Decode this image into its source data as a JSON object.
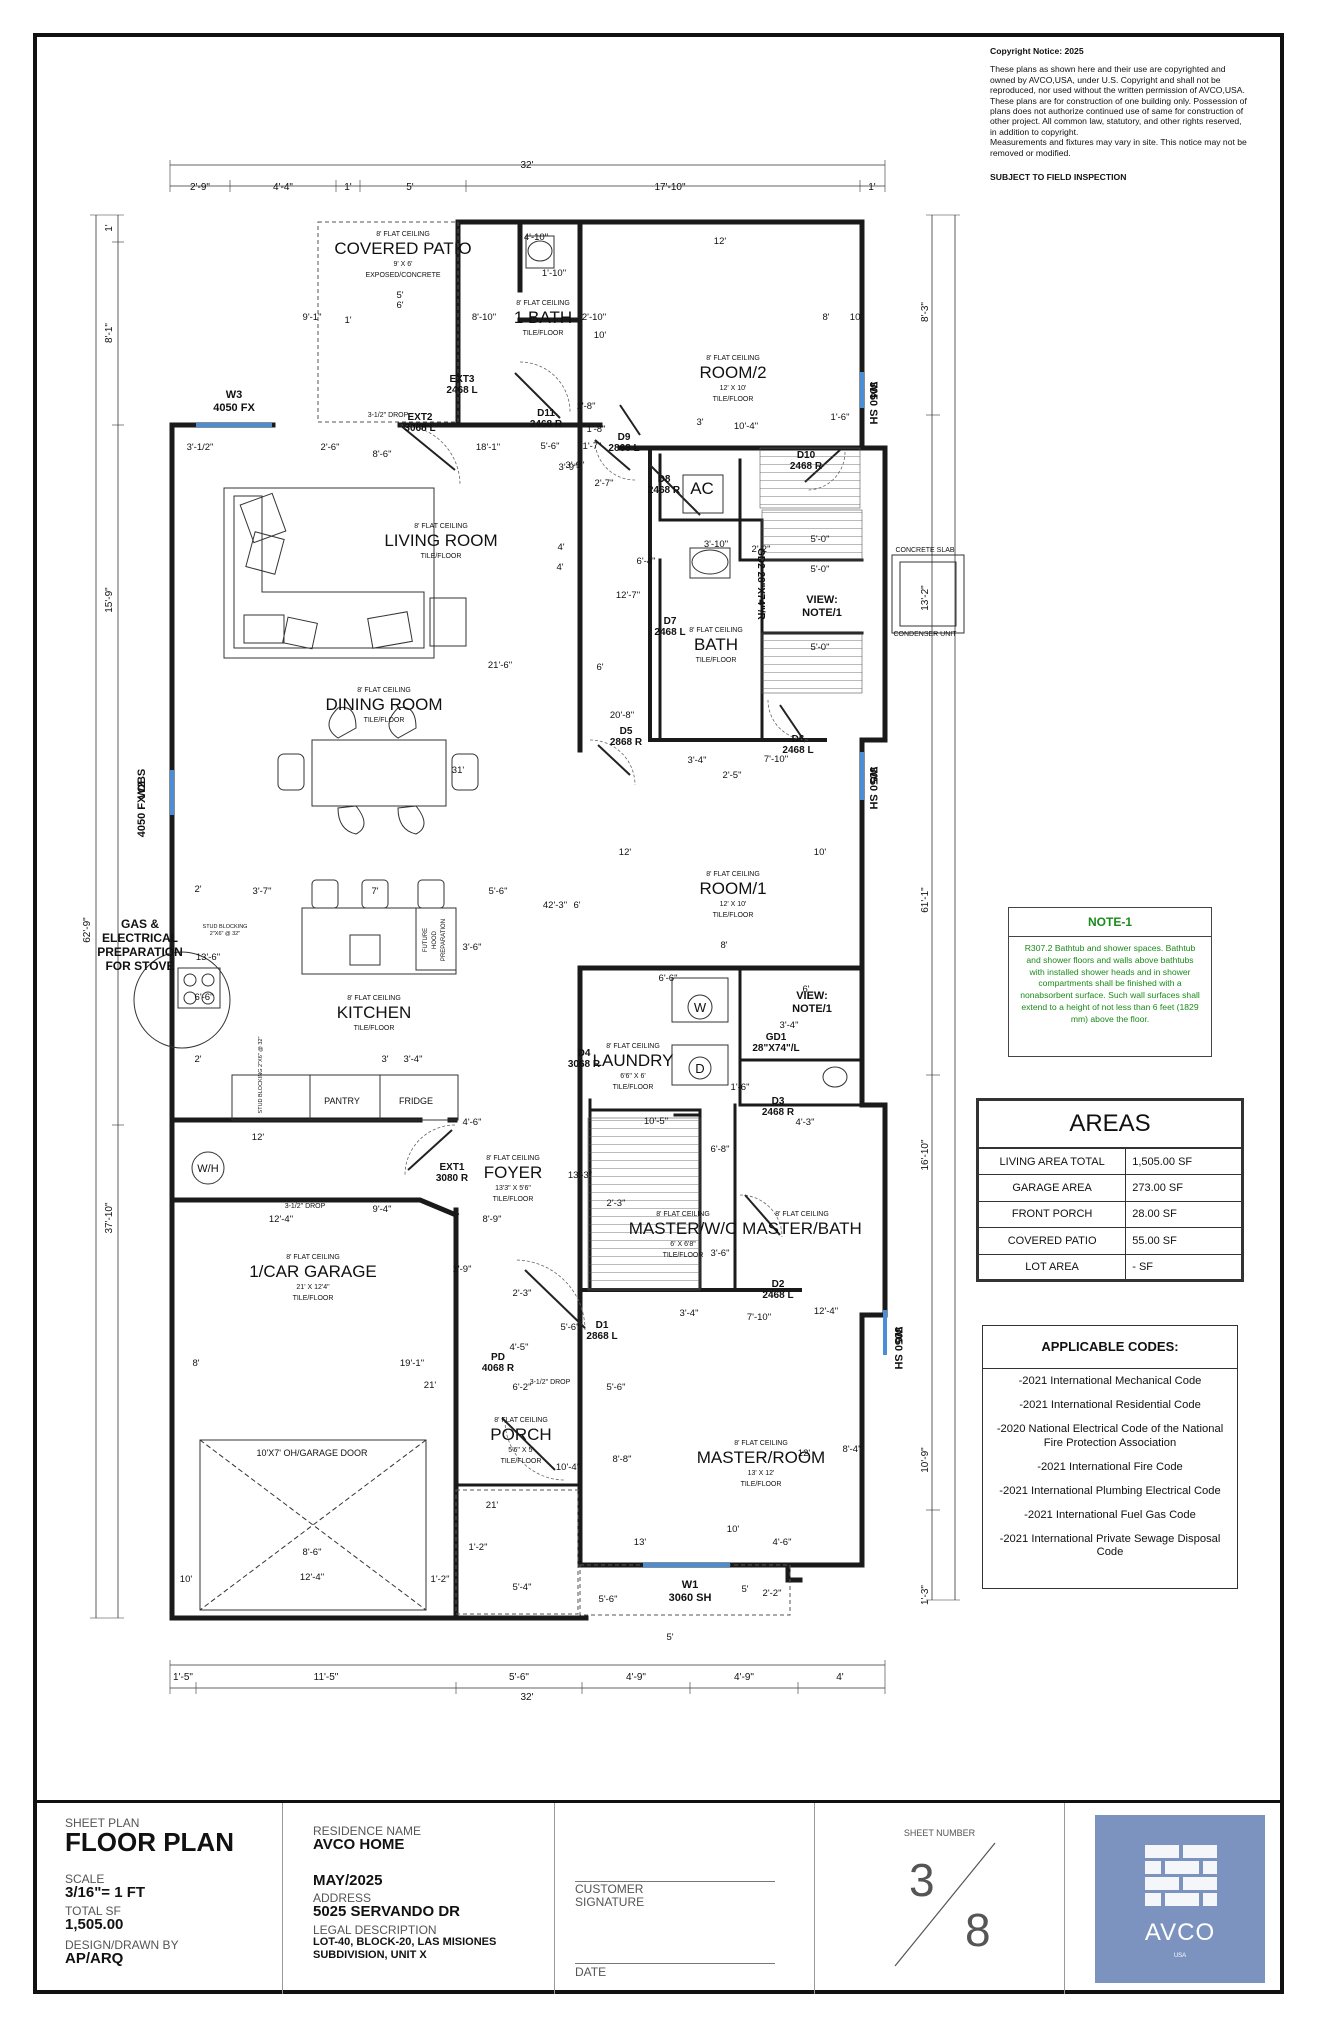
{
  "copyright": {
    "title": "Copyright Notice: 2025",
    "body": [
      "These plans as shown here and their use are copyrighted and",
      "owned by AVCO,USA, under U.S. Copyright and shall not be",
      "reproduced, nor used without the written permission of AVCO,USA.",
      "These plans are for construction of one building only. Possession of",
      "plans does not authorize continued use of same for construction of",
      "other project.  All common law, statutory, and other rights reserved,",
      "in addition to copyright.",
      "Measurements and fixtures may vary in site. This notice may not be",
      "removed or modified."
    ],
    "subject": "SUBJECT TO FIELD INSPECTION"
  },
  "rooms": {
    "covered_patio": {
      "ceiling": "8' FLAT CEILING",
      "name": "COVERED PATIO",
      "size": "9' X 6'",
      "floor": "EXPOSED/CONCRETE"
    },
    "bath1": {
      "ceiling": "8' FLAT CEILING",
      "name": "1 BATH",
      "floor": "TILE/FLOOR"
    },
    "room2": {
      "ceiling": "8' FLAT CEILING",
      "name": "ROOM/2",
      "size": "12' X 10'",
      "floor": "TILE/FLOOR"
    },
    "living": {
      "ceiling": "8' FLAT CEILING",
      "name": "LIVING ROOM",
      "floor": "TILE/FLOOR"
    },
    "dining": {
      "ceiling": "8' FLAT CEILING",
      "name": "DINING ROOM",
      "floor": "TILE/FLOOR"
    },
    "bath": {
      "ceiling": "8' FLAT CEILING",
      "name": "BATH",
      "floor": "TILE/FLOOR"
    },
    "room1": {
      "ceiling": "8' FLAT CEILING",
      "name": "ROOM/1",
      "size": "12' X 10'",
      "floor": "TILE/FLOOR"
    },
    "kitchen": {
      "ceiling": "8' FLAT CEILING",
      "name": "KITCHEN",
      "floor": "TILE/FLOOR"
    },
    "laundry": {
      "ceiling": "8' FLAT CEILING",
      "name": "LAUNDRY",
      "size": "6'6\" X 6'",
      "floor": "TILE/FLOOR"
    },
    "foyer": {
      "ceiling": "8' FLAT CEILING",
      "name": "FOYER",
      "size": "13'3\" X 5'6\"",
      "floor": "TILE/FLOOR"
    },
    "garage": {
      "ceiling": "8' FLAT CEILING",
      "name": "1/CAR GARAGE",
      "size": "21' X 12'4\"",
      "floor": "TILE/FLOOR"
    },
    "master_wic": {
      "ceiling": "8' FLAT CEILING",
      "name": "MASTER/W/C",
      "size": "6' X 6'8\"",
      "floor": "TILE/FLOOR"
    },
    "master_bath": {
      "ceiling": "8' FLAT CEILING",
      "name": "MASTER/BATH"
    },
    "porch": {
      "ceiling": "8' FLAT CEILING",
      "name": "PORCH",
      "size": "5'6\" X 5'",
      "floor": "TILE/FLOOR"
    },
    "master_room": {
      "ceiling": "8' FLAT CEILING",
      "name": "MASTER/ROOM",
      "size": "13' X 12'",
      "floor": "TILE/FLOOR"
    }
  },
  "windows": {
    "w1": [
      "W1",
      "3060 SH"
    ],
    "w2": [
      "W2",
      "4050 FX OBS"
    ],
    "w3": [
      "W3",
      "4050 FX"
    ],
    "w4": [
      "W4",
      "3050 SH"
    ],
    "w5": [
      "W5",
      "3050 SH"
    ],
    "w6": [
      "W6",
      "3050 SH"
    ]
  },
  "doors": {
    "ext1": [
      "EXT1",
      "3080 R"
    ],
    "ext2": [
      "EXT2",
      "3068 L"
    ],
    "ext3": [
      "EXT3",
      "2468 L"
    ],
    "d1": [
      "D1",
      "2868 L"
    ],
    "d2": [
      "D2",
      "2468 L"
    ],
    "d3": [
      "D3",
      "2468 R"
    ],
    "d4": [
      "D4",
      "3068 R"
    ],
    "d5": [
      "D5",
      "2868 R"
    ],
    "d6": [
      "D6",
      "2468 L"
    ],
    "d7": [
      "D7",
      "2468 L"
    ],
    "d8": [
      "D8",
      "2468 R"
    ],
    "d9": [
      "D9",
      "2868 L"
    ],
    "d10": [
      "D10",
      "2468 R"
    ],
    "d11": [
      "D11",
      "2468 R"
    ],
    "pd": [
      "PD",
      "4068 R"
    ],
    "gd1": [
      "GD1",
      "28\"X74\"/L"
    ],
    "gd2": [
      "GD2",
      "28\"X74\"/R"
    ]
  },
  "labels": {
    "ac": "AC",
    "wh": "W/H",
    "washer": "W",
    "dryer": "D",
    "pantry": "PANTRY",
    "fridge": "FRIDGE",
    "view1": [
      "VIEW:",
      "NOTE/1"
    ],
    "view2": [
      "VIEW:",
      "NOTE/1"
    ],
    "concrete_slab": "CONCRETE SLAB",
    "condenser": "CONDENSER UNIT",
    "slab_dim": "13'-2\"",
    "garage_door": "10'X7' OH/GARAGE DOOR",
    "drop1": "3-1/2\" DROP",
    "drop2": "3-1/2\" DROP",
    "drop3": "3-1/2\" DROP",
    "gas": [
      "GAS &",
      "ELECTRICAL",
      "PREPARATION",
      "FOR STOVE"
    ],
    "stud1": [
      "STUD BLOCKING",
      "2\"X6\" @ 32\""
    ],
    "stud2": [
      "STUD BLOCKING",
      "2\"X6\" @ 32\""
    ],
    "hood": [
      "FUTURE",
      "HOOD",
      "PREPARATION"
    ]
  },
  "dims": {
    "top_total": "32'",
    "bottom_total": "32'",
    "top": [
      "2'-9\"",
      "4'-4\"",
      "1'",
      "5'",
      "17'-10\"",
      "1'"
    ],
    "bottom": [
      "1'-5\"",
      "11'-5\"",
      "5'-6\"",
      "4'-9\"",
      "4'-9\"",
      "4'"
    ],
    "left_overall": "62'-9\"",
    "left": [
      "1'",
      "8'-1\"",
      "15'-9\"",
      "37'-10\""
    ],
    "right": [
      "8'-3\"",
      "61'-1\"",
      "16'-10\"",
      "10'-9\"",
      "1'-3\""
    ],
    "inner": [
      "4'-10\"",
      "1'-10\"",
      "12'",
      "9'-1\"",
      "1'",
      "5'",
      "6'",
      "8'-10\"",
      "2'-10\"",
      "10'",
      "8'",
      "10'",
      "3'-1/2\"",
      "2'-6\"",
      "8'-6\"",
      "18'-1\"",
      "5'-6\"",
      "1'-7\"",
      "1'-8\"",
      "10'-4\"",
      "2'-7\"",
      "3'-9\"",
      "3'",
      "6'-4\"",
      "3'-10\"",
      "2'-2\"",
      "12'-7\"",
      "5'-0\"",
      "5'-0\"",
      "5'-0\"",
      "1'-6\"",
      "4'",
      "6'",
      "21'-6\"",
      "4'",
      "31'",
      "2'",
      "3'-7\"",
      "7'",
      "5'-6\"",
      "42'-3\"",
      "3'-6\"",
      "13'-6\"",
      "6'-6\"",
      "2'",
      "3'",
      "3'-4\"",
      "4'-6\"",
      "6'-6\"",
      "6'",
      "3'-4\"",
      "1'-6\"",
      "4'-3\"",
      "6'",
      "20'-8\"",
      "3'-4\"",
      "7'-10\"",
      "2'-5\"",
      "12'",
      "10'",
      "8'",
      "12'",
      "12'-4\"",
      "9'-4\"",
      "1'-9\"",
      "8'-9\"",
      "13'-3\"",
      "10'-5\"",
      "6'-8\"",
      "2'-3\"",
      "3'-6\"",
      "2'-3\"",
      "5'-6\"",
      "3'-4\"",
      "7'-10\"",
      "12'-4\"",
      "4'-5\"",
      "6'-2\"",
      "5'-6\"",
      "8'",
      "21'",
      "19'-1\"",
      "21'",
      "10'-4\"",
      "8'-8\"",
      "8'-4\"",
      "12'",
      "10'",
      "13'",
      "4'-6\"",
      "8'-6\"",
      "12'-4\"",
      "10'",
      "1'-2\"",
      "1'-2\"",
      "5'-4\"",
      "5'-6\"",
      "5'",
      "2'-2\"",
      "5'",
      "1'-8\"",
      "3'-9\""
    ]
  },
  "note1": {
    "title": "NOTE-1",
    "text": "R307.2 Bathtub and shower spaces. Bathtub and shower floors and walls above bathtubs with installed shower heads and in shower compartments shall be finished with a nonabsorbent surface. Such wall surfaces shall extend to a height of not less than 6 feet (1829 mm) above the floor."
  },
  "areas": {
    "title": "AREAS",
    "rows": [
      [
        "LIVING AREA TOTAL",
        "1,505.00 SF"
      ],
      [
        "GARAGE AREA",
        "273.00 SF"
      ],
      [
        "FRONT PORCH",
        "28.00 SF"
      ],
      [
        "COVERED PATIO",
        "55.00 SF"
      ],
      [
        "LOT AREA",
        "- SF"
      ]
    ]
  },
  "codes": {
    "title": "APPLICABLE CODES:",
    "items": [
      "-2021 International Mechanical Code",
      "-2021 International Residential Code",
      "-2020 National Electrical Code of the National Fire Protection Association",
      "-2021 International Fire Code",
      "-2021 International Plumbing Electrical Code",
      "-2021 International Fuel Gas Code",
      "-2021 International Private Sewage Disposal Code"
    ]
  },
  "titleblock": {
    "sheet_plan_label": "SHEET PLAN",
    "sheet_plan": "FLOOR PLAN",
    "scale_label": "SCALE",
    "scale": "3/16\"= 1 FT",
    "total_sf_label": "TOTAL SF",
    "total_sf": "1,505.00",
    "design_label": "DESIGN/DRAWN BY",
    "design": "AP/ARQ",
    "residence_label": "RESIDENCE NAME",
    "residence": "AVCO HOME",
    "date_value": "MAY/2025",
    "address_label": "ADDRESS",
    "address": "5025 SERVANDO DR",
    "legal_label": "LEGAL DESCRIPTION",
    "legal": [
      "LOT-40, BLOCK-20, LAS MISIONES",
      "SUBDIVISION, UNIT X"
    ],
    "customer_label": [
      "CUSTOMER",
      "SIGNATURE"
    ],
    "date_label": "DATE",
    "sheet_number_label": "SHEET NUMBER",
    "sheet_number": "3",
    "sheet_total": "8",
    "logo_text": "AVCO",
    "logo_sub": "USA"
  }
}
